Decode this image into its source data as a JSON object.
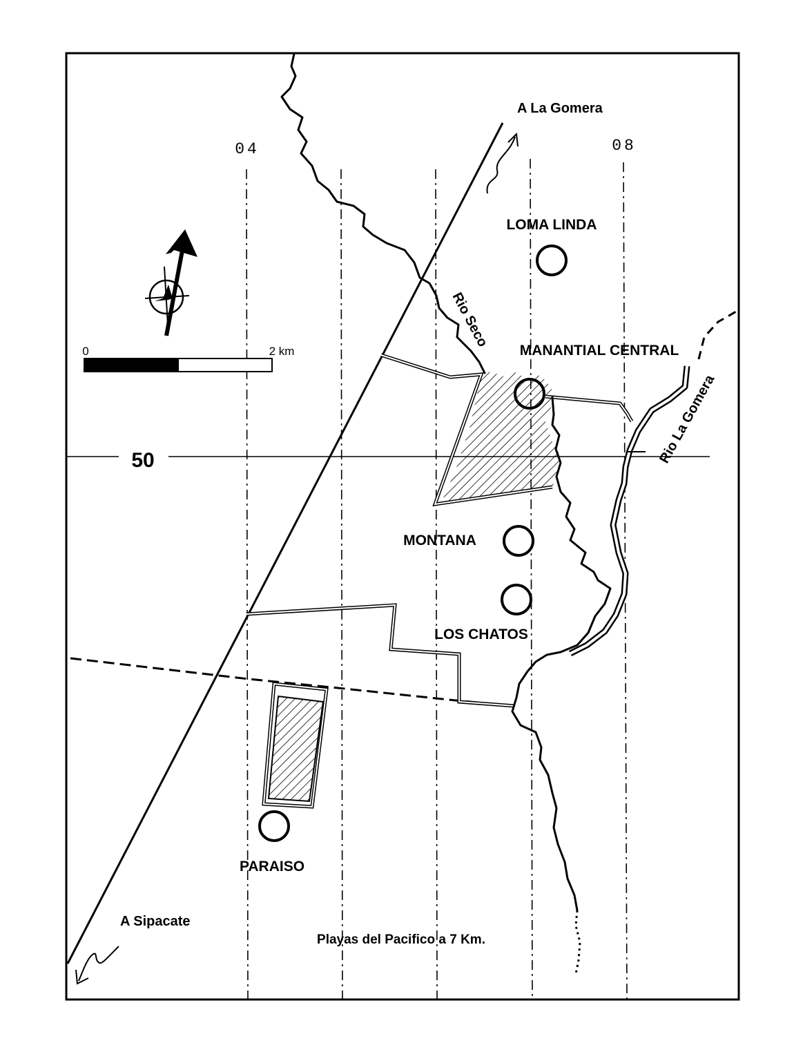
{
  "map": {
    "grid_labels": {
      "easting_left": "04",
      "easting_right": "08",
      "northing": "50"
    },
    "places": {
      "loma_linda": "LOMA LINDA",
      "manantial_central": "MANANTIAL CENTRAL",
      "montana": "MONTANA",
      "los_chatos": "LOS CHATOS",
      "paraiso": "PARAISO"
    },
    "rivers": {
      "rio_seco": "Rio Seco",
      "rio_la_gomera": "Rio La Gomera"
    },
    "road_destinations": {
      "north": "A La Gomera",
      "south": "A Sipacate"
    },
    "note": "Playas del Pacifico a 7 Km.",
    "scale_bar": {
      "start_label": "0",
      "end_label": "2 km"
    },
    "icons": {
      "north_arrow": "north-arrow-icon",
      "compass": "compass-icon"
    },
    "colors": {
      "ink": "#000000",
      "paper": "#ffffff"
    }
  }
}
